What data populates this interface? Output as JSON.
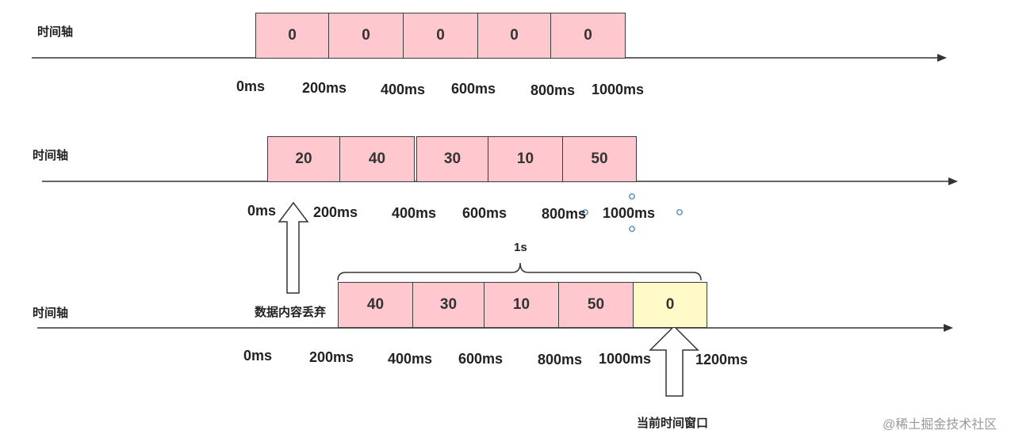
{
  "rows": [
    {
      "axis_title": "时间轴",
      "ticks": [
        "0ms",
        "200ms",
        "400ms",
        "600ms",
        "800ms",
        "1000ms"
      ],
      "cells": [
        "0",
        "0",
        "0",
        "0",
        "0"
      ]
    },
    {
      "axis_title": "时间轴",
      "ticks": [
        "0ms",
        "200ms",
        "400ms",
        "600ms",
        "800ms",
        "1000ms"
      ],
      "cells": [
        "20",
        "40",
        "30",
        "10",
        "50"
      ]
    },
    {
      "axis_title": "时间轴",
      "ticks": [
        "0ms",
        "200ms",
        "400ms",
        "600ms",
        "800ms",
        "1000ms",
        "1200ms"
      ],
      "cells": [
        "40",
        "30",
        "10",
        "50",
        "0"
      ]
    }
  ],
  "brace_label": "1s",
  "discard_label": "数据内容丢弃",
  "current_window_label": "当前时间窗口",
  "watermark": "@稀土掘金技术社区",
  "colors": {
    "cell_fill": "#ffc7ce",
    "current_cell_fill": "#fffac8",
    "axis": "#333333",
    "handle": "#2e74b5"
  }
}
